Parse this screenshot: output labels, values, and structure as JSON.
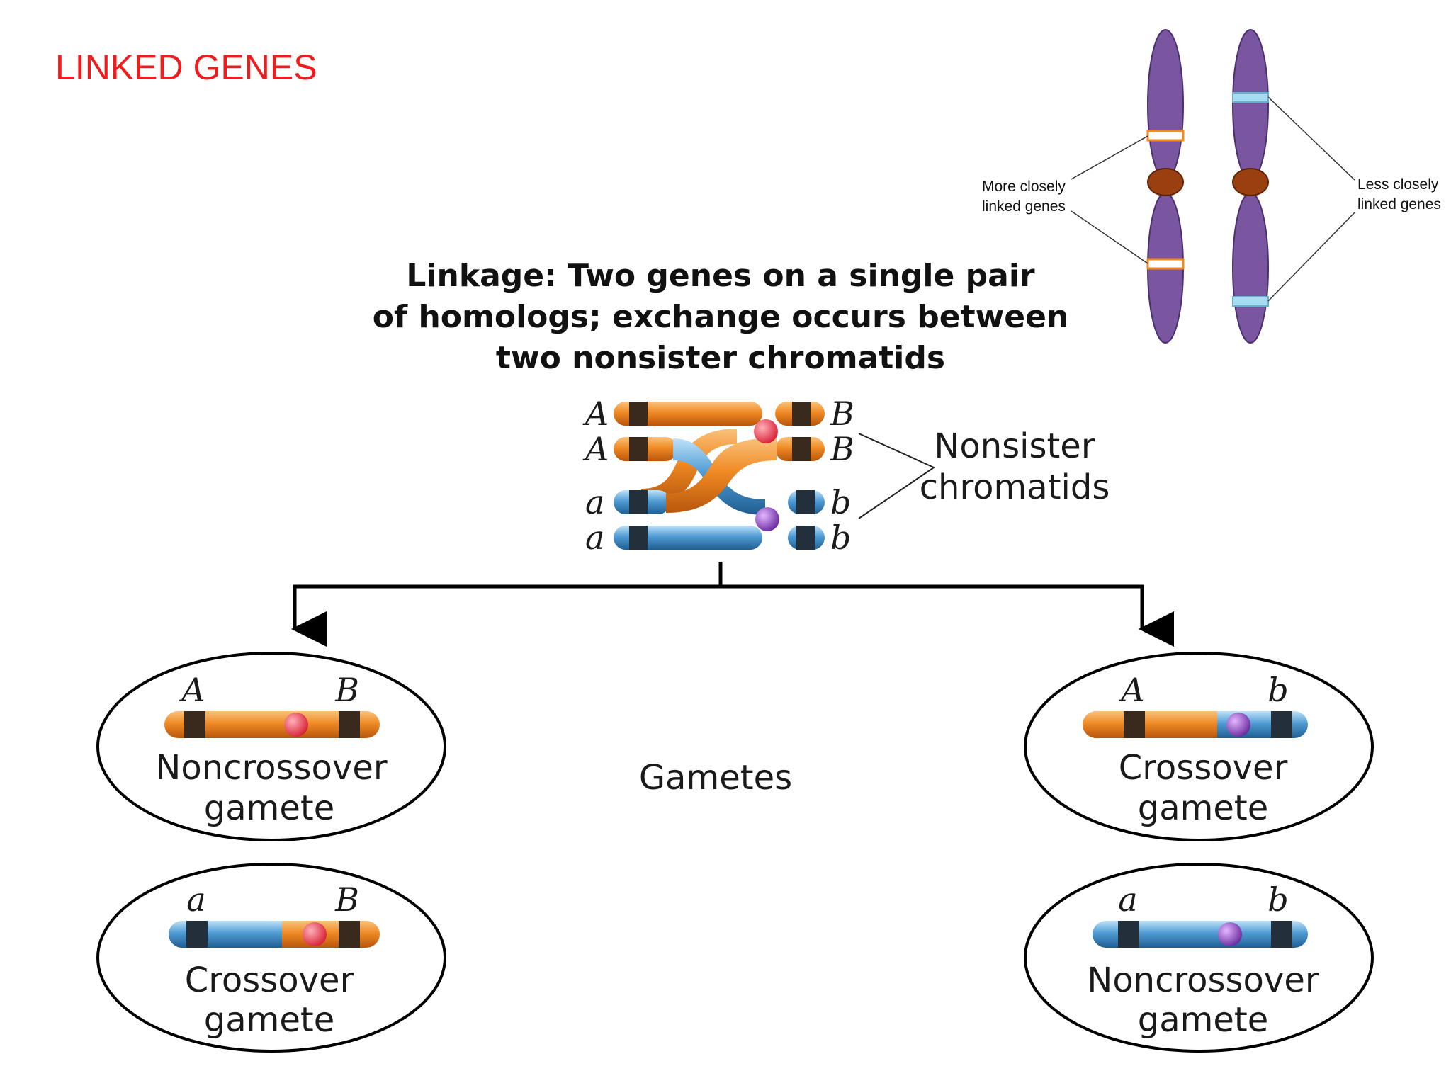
{
  "slide": {
    "title": "LINKED GENES"
  },
  "heading": {
    "lines": [
      "Linkage: Two genes on a single pair",
      "of homologs; exchange occurs between",
      "two nonsister chromatids"
    ]
  },
  "inset": {
    "left_label": [
      "More closely",
      "linked genes"
    ],
    "right_label": [
      "Less closely",
      "linked genes"
    ]
  },
  "homologs": {
    "alleles_left": [
      "A",
      "A",
      "a",
      "a"
    ],
    "alleles_right": [
      "B",
      "B",
      "b",
      "b"
    ],
    "bracket_label": [
      "Nonsister",
      "chromatids"
    ]
  },
  "gametes_label": "Gametes",
  "gametes": [
    {
      "left_allele": "A",
      "right_allele": "B",
      "label": [
        "Noncrossover",
        "gamete"
      ]
    },
    {
      "left_allele": "a",
      "right_allele": "B",
      "label": [
        "Crossover",
        "gamete"
      ]
    },
    {
      "left_allele": "A",
      "right_allele": "b",
      "label": [
        "Crossover",
        "gamete"
      ]
    },
    {
      "left_allele": "a",
      "right_allele": "b",
      "label": [
        "Noncrossover",
        "gamete"
      ]
    }
  ],
  "colors": {
    "title_red": "#ee1c1c",
    "orange_chromatid": "#f08a24",
    "blue_chromatid": "#4f9bd4",
    "gene_band": "#3a2a1e",
    "red_centromere": "#f0485a",
    "purple_centromere": "#9a4dc0",
    "inset_chromosome": "#7a55a0",
    "inset_centromere": "#9a4010",
    "inset_marker_orange": "#f08a24",
    "inset_marker_blue": "#a6dcef"
  }
}
